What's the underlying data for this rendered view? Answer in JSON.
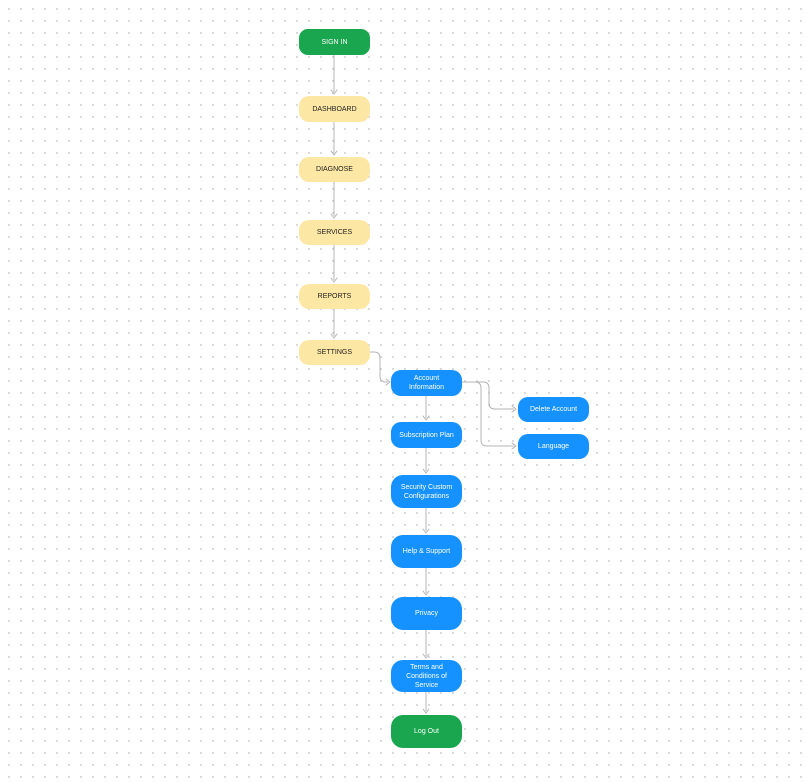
{
  "diagram": {
    "colors": {
      "green": "#1aa64f",
      "yellow": "#fde7a4",
      "blue": "#1592ff",
      "connector": "#b4b4b4",
      "background": "#ffffff"
    },
    "nodes": {
      "sign_in": "SIGN IN",
      "dashboard": "DASHBOARD",
      "diagnose": "DIAGNOSE",
      "services": "SERVICES",
      "reports": "REPORTS",
      "settings": "SETTINGS",
      "account_information": "Account Information",
      "delete_account": "Delete Account",
      "language": "Language",
      "subscription_plan": "Subscription Plan",
      "security_custom_configurations": "Security Custom Configurations",
      "help_support": "Help & Support",
      "privacy": "Privacy",
      "terms_conditions": "Terms and Conditions of Service",
      "log_out": "Log Out"
    },
    "edges": [
      [
        "sign_in",
        "dashboard"
      ],
      [
        "dashboard",
        "diagnose"
      ],
      [
        "diagnose",
        "services"
      ],
      [
        "services",
        "reports"
      ],
      [
        "reports",
        "settings"
      ],
      [
        "settings",
        "account_information"
      ],
      [
        "account_information",
        "delete_account"
      ],
      [
        "account_information",
        "language"
      ],
      [
        "account_information",
        "subscription_plan"
      ],
      [
        "subscription_plan",
        "security_custom_configurations"
      ],
      [
        "security_custom_configurations",
        "help_support"
      ],
      [
        "help_support",
        "privacy"
      ],
      [
        "privacy",
        "terms_conditions"
      ],
      [
        "terms_conditions",
        "log_out"
      ]
    ]
  }
}
